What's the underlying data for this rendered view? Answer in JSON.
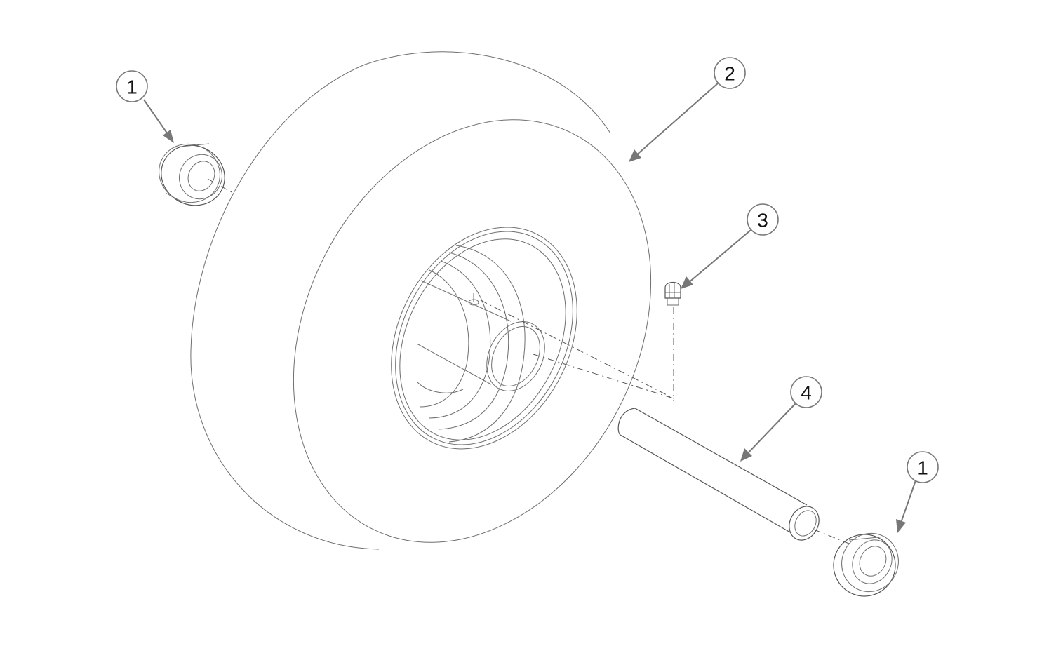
{
  "callouts": [
    {
      "id": "bearing-top",
      "label": "1"
    },
    {
      "id": "wheel",
      "label": "2"
    },
    {
      "id": "grease-fitting",
      "label": "3"
    },
    {
      "id": "axle-spacer",
      "label": "4"
    },
    {
      "id": "bearing-bottom",
      "label": "1"
    }
  ],
  "colors": {
    "line": "#555555",
    "leader": "#777777",
    "text": "#111111",
    "background": "#ffffff"
  }
}
